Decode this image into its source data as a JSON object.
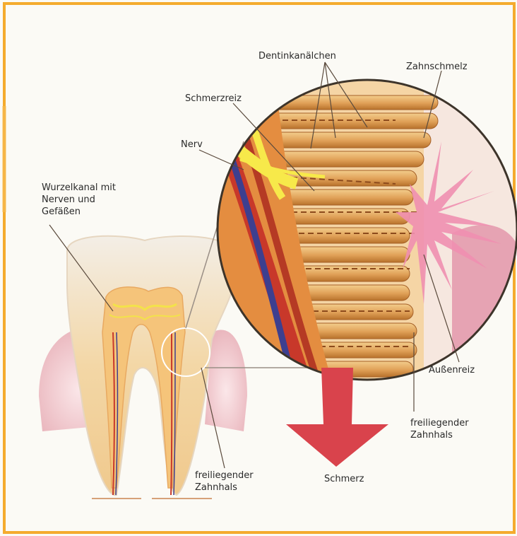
{
  "labels": {
    "dentinkanaelchen": "Dentinkanälchen",
    "zahnschmelz": "Zahnschmelz",
    "schmerzreiz": "Schmerzreiz",
    "nerv": "Nerv",
    "wurzelkanal": [
      "Wurzelkanal mit",
      "Nerven und",
      "Gefäßen"
    ],
    "aussenreiz": "Außenreiz",
    "freiliegender_right": [
      "freiliegender",
      "Zahnhals"
    ],
    "freiliegender_bottom": [
      "freiliegender",
      "Zahnhals"
    ],
    "schmerz": "Schmerz"
  },
  "colors": {
    "frame": "#f4ab2e",
    "dentin": "#e8b47a",
    "nerve_yellow": "#f7e94a",
    "nerve_blue": "#3d3f8f",
    "vessel_red": "#c8382a",
    "arrow": "#d9434c",
    "stimulus": "#f08fb0",
    "gum": "#f1c9cd"
  }
}
